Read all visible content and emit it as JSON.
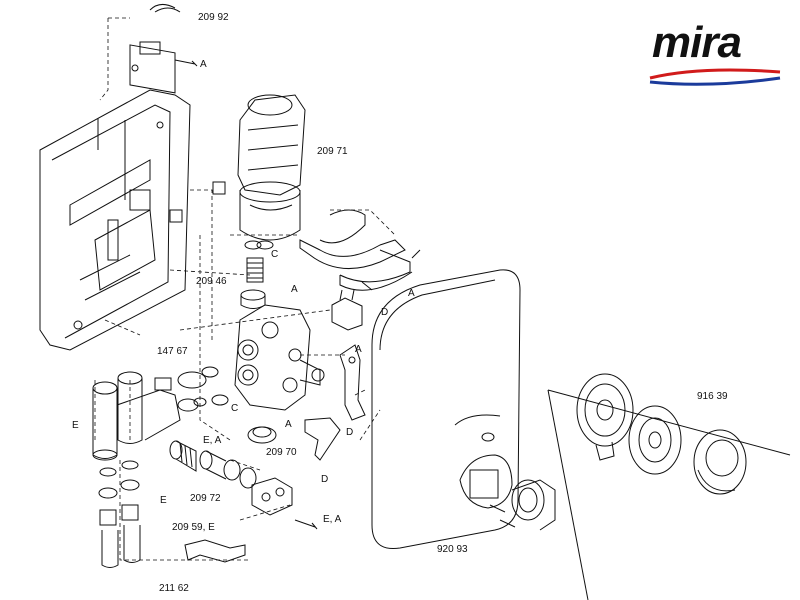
{
  "brand": {
    "logo_text": "mira",
    "swoosh_colors": [
      "#d11b1b",
      "#1b3b9b"
    ]
  },
  "callouts": {
    "pcb": "209 92",
    "a_pcb": "A",
    "motor": "209 71",
    "spring": "209 46",
    "c_top": "C",
    "a_clip": "A",
    "a_valve": "A",
    "d_top": "D",
    "a_mid": "A",
    "solenoid": "147 67",
    "c_mid": "C",
    "a_low": "A",
    "d_mid": "D",
    "e_left": "E",
    "ea_mid": "E, A",
    "seal": "209 70",
    "d_low": "D",
    "e_group": "E",
    "filter": "209 72",
    "ea_low": "E, A",
    "clip_bar": "209 59, E",
    "kit": "211 62",
    "knob": "916 39",
    "cover_screws": "920 93"
  }
}
